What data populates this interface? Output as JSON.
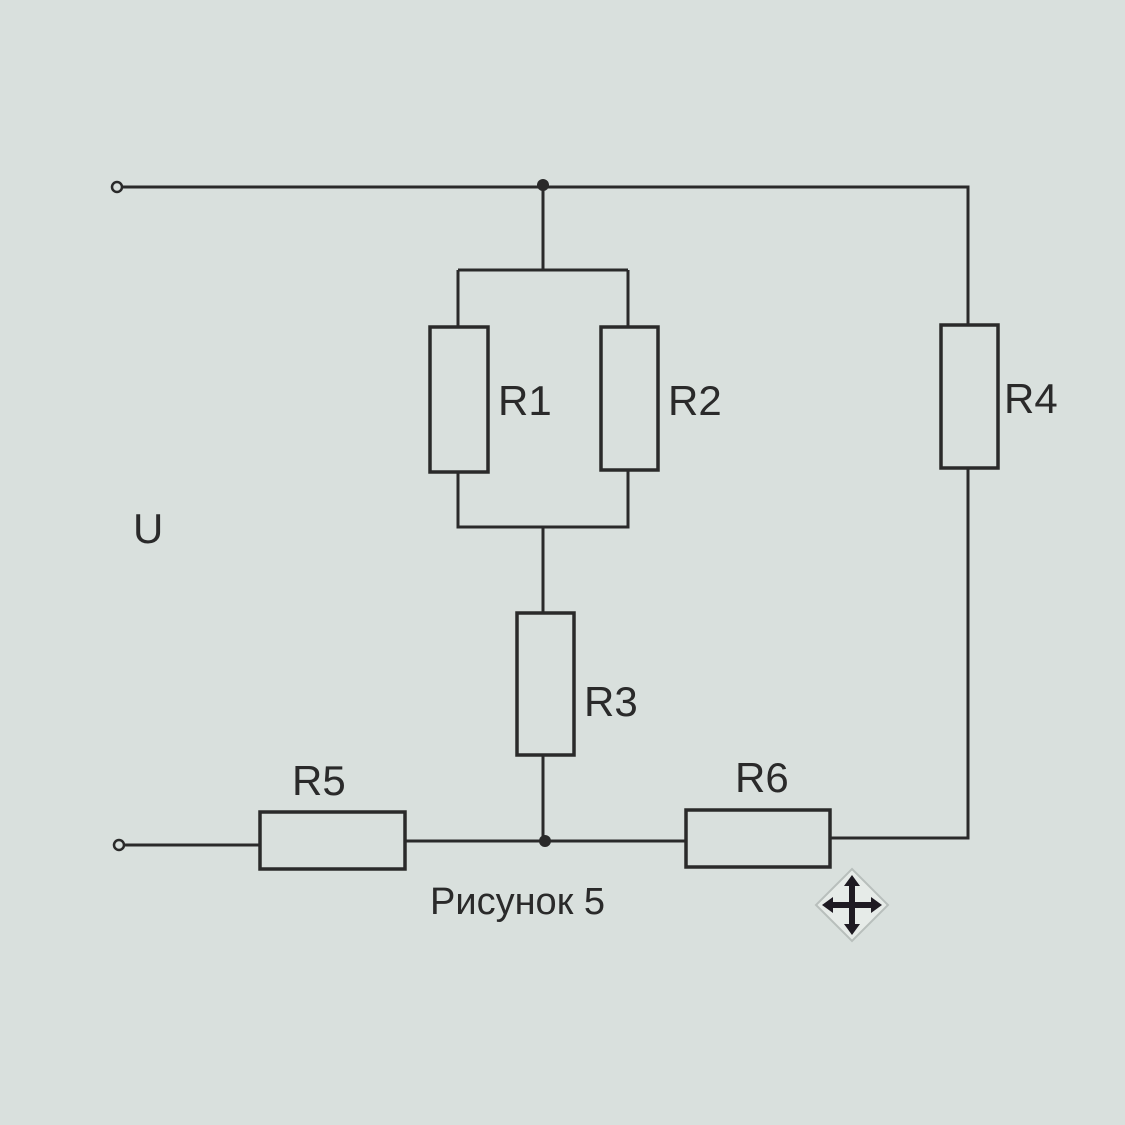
{
  "diagram": {
    "resistors": {
      "r1": "R1",
      "r2": "R2",
      "r3": "R3",
      "r4": "R4",
      "r5": "R5",
      "r6": "R6"
    },
    "voltage_label": "U",
    "caption": "Рисунок 5",
    "icons": {
      "cursor": "move-cursor-icon"
    }
  }
}
